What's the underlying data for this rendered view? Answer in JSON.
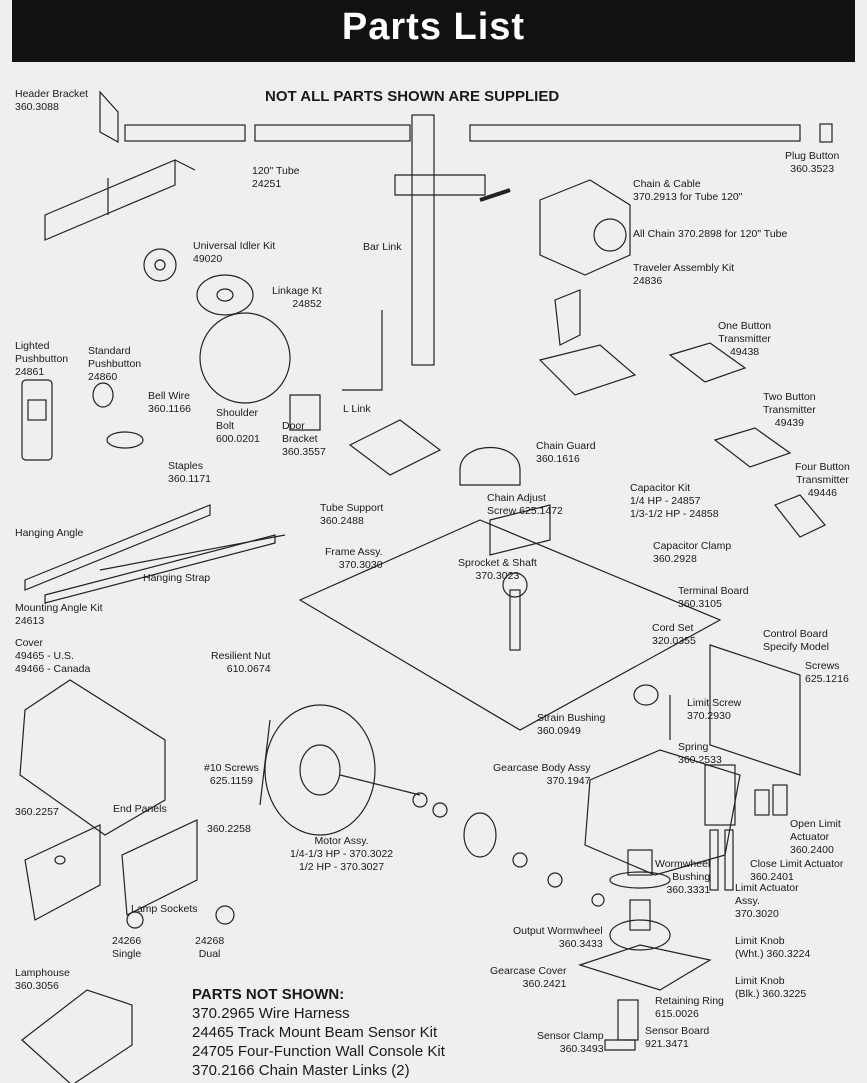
{
  "page": {
    "title": "Parts List",
    "notice": "NOT ALL PARTS SHOWN ARE SUPPLIED"
  },
  "parts": [
    {
      "id": "header-bracket",
      "text": "Header Bracket\n360.3088"
    },
    {
      "id": "tube",
      "text": "120\" Tube\n24251"
    },
    {
      "id": "plug-button",
      "text": "Plug Button\n360.3523"
    },
    {
      "id": "chain-cable",
      "text": "Chain & Cable\n370.2913 for Tube 120\""
    },
    {
      "id": "all-chain",
      "text": "All Chain 370.2898 for 120\" Tube"
    },
    {
      "id": "traveler-assembly",
      "text": "Traveler Assembly Kit\n24836"
    },
    {
      "id": "universal-idler",
      "text": "Universal Idler Kit\n49020"
    },
    {
      "id": "bar-link",
      "text": "Bar Link"
    },
    {
      "id": "linkage-kit",
      "text": "Linkage Kt\n24852"
    },
    {
      "id": "lighted-pushbutton",
      "text": "Lighted\nPushbutton\n24861"
    },
    {
      "id": "standard-pushbutton",
      "text": "Standard\nPushbutton\n24860"
    },
    {
      "id": "bell-wire",
      "text": "Bell Wire\n360.1166"
    },
    {
      "id": "shoulder-bolt",
      "text": "Shoulder\nBolt\n600.0201"
    },
    {
      "id": "door-bracket",
      "text": "Door\nBracket\n360.3557"
    },
    {
      "id": "l-link",
      "text": "L Link"
    },
    {
      "id": "one-button-transmitter",
      "text": "One Button\nTransmitter\n49438"
    },
    {
      "id": "two-button-transmitter",
      "text": "Two Button\nTransmitter\n49439"
    },
    {
      "id": "four-button-transmitter",
      "text": "Four Button\nTransmitter\n49446"
    },
    {
      "id": "staples",
      "text": "Staples\n360.1171"
    },
    {
      "id": "chain-guard",
      "text": "Chain Guard\n360.1616"
    },
    {
      "id": "tube-support",
      "text": "Tube Support\n360.2488"
    },
    {
      "id": "chain-adjust-screw",
      "text": "Chain Adjust\nScrew 625.1472"
    },
    {
      "id": "capacitor-kit",
      "text": "Capacitor Kit\n1/4 HP - 24857\n1/3-1/2 HP - 24858"
    },
    {
      "id": "hanging-angle",
      "text": "Hanging Angle"
    },
    {
      "id": "hanging-strap",
      "text": "Hanging Strap"
    },
    {
      "id": "frame-assy",
      "text": "Frame Assy.\n370.3030"
    },
    {
      "id": "sprocket-shaft",
      "text": "Sprocket & Shaft\n370.3023"
    },
    {
      "id": "capacitor-clamp",
      "text": "Capacitor Clamp\n360.2928"
    },
    {
      "id": "terminal-board",
      "text": "Terminal Board\n360.3105"
    },
    {
      "id": "cord-set",
      "text": "Cord Set\n320.0355"
    },
    {
      "id": "mounting-angle-kit",
      "text": "Mounting Angle Kit\n24613"
    },
    {
      "id": "cover",
      "text": "Cover\n49465 - U.S.\n49466 - Canada"
    },
    {
      "id": "control-board",
      "text": "Control Board\nSpecify Model"
    },
    {
      "id": "screws",
      "text": "Screws\n625.1216"
    },
    {
      "id": "resilient-nut",
      "text": "Resilient Nut\n610.0674"
    },
    {
      "id": "limit-screw",
      "text": "Limit Screw\n370.2930"
    },
    {
      "id": "strain-bushing",
      "text": "Strain Bushing\n360.0949"
    },
    {
      "id": "spring",
      "text": "Spring\n360.2533"
    },
    {
      "id": "gearcase-body",
      "text": "Gearcase Body Assy\n370.1947"
    },
    {
      "id": "no10-screws",
      "text": "#10 Screws\n625.1159"
    },
    {
      "id": "open-limit-actuator",
      "text": "Open Limit\nActuator\n360.2400"
    },
    {
      "id": "end-panel-left",
      "text": "360.2257"
    },
    {
      "id": "end-panels",
      "text": "End Panels"
    },
    {
      "id": "end-panel-right",
      "text": "360.2258"
    },
    {
      "id": "close-limit-actuator",
      "text": "Close Limit Actuator\n360.2401"
    },
    {
      "id": "motor-assy",
      "text": "Motor Assy.\n1/4-1/3 HP - 370.3022\n1/2 HP - 370.3027"
    },
    {
      "id": "wormwheel-bushing",
      "text": "Wormwheel\nBushing\n360.3331"
    },
    {
      "id": "limit-actuator-assy",
      "text": "Limit Actuator\nAssy.\n370.3020"
    },
    {
      "id": "lamp-sockets",
      "text": "Lamp Sockets"
    },
    {
      "id": "lamp-socket-single",
      "text": "24266\nSingle"
    },
    {
      "id": "lamp-socket-dual",
      "text": "24268\nDual"
    },
    {
      "id": "output-wormwheel",
      "text": "Output Wormwheel\n360.3433"
    },
    {
      "id": "limit-knob-white",
      "text": "Limit Knob\n(Wht.) 360.3224"
    },
    {
      "id": "lamphouse",
      "text": "Lamphouse\n360.3056"
    },
    {
      "id": "gearcase-cover",
      "text": "Gearcase Cover\n360.2421"
    },
    {
      "id": "limit-knob-black",
      "text": "Limit Knob\n(Blk.) 360.3225"
    },
    {
      "id": "retaining-ring",
      "text": "Retaining Ring\n615.0026"
    },
    {
      "id": "sensor-clamp",
      "text": "Sensor Clamp\n360.3493"
    },
    {
      "id": "sensor-board",
      "text": "Sensor Board\n921.3471"
    }
  ],
  "parts_not_shown": {
    "title": "PARTS NOT SHOWN:",
    "items": [
      "370.2965  Wire Harness",
      "24465  Track Mount Beam Sensor Kit",
      "24705  Four-Function Wall Console Kit",
      "370.2166  Chain Master Links (2)"
    ]
  }
}
